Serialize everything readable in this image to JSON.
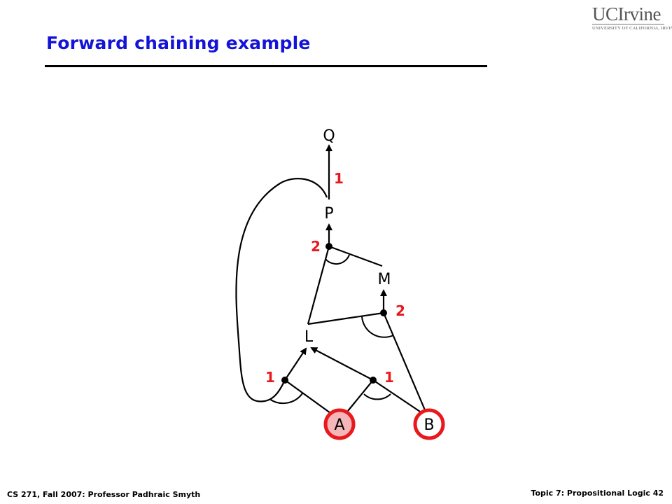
{
  "slide": {
    "title": "Forward chaining example"
  },
  "logo": {
    "main": "UCIrvine",
    "sub": "UNIVERSITY OF CALIFORNIA, IRVINE"
  },
  "footer": {
    "left": "CS 271, Fall 2007: Professor Padhraic Smyth",
    "right": "Topic 7: Propositional Logic 42"
  },
  "diagram": {
    "nodes": {
      "Q": "Q",
      "P": "P",
      "M": "M",
      "L": "L",
      "A": "A",
      "B": "B"
    },
    "counts": {
      "q_rule": "1",
      "p_rule": "2",
      "m_rule": "2",
      "l_rule_a": "1",
      "l_rule_ab": "1"
    },
    "colors": {
      "inferred_fill": "#f4b6b8",
      "known_ring": "#e8181c",
      "count_text": "#e8181c",
      "title": "#1414d8"
    }
  }
}
